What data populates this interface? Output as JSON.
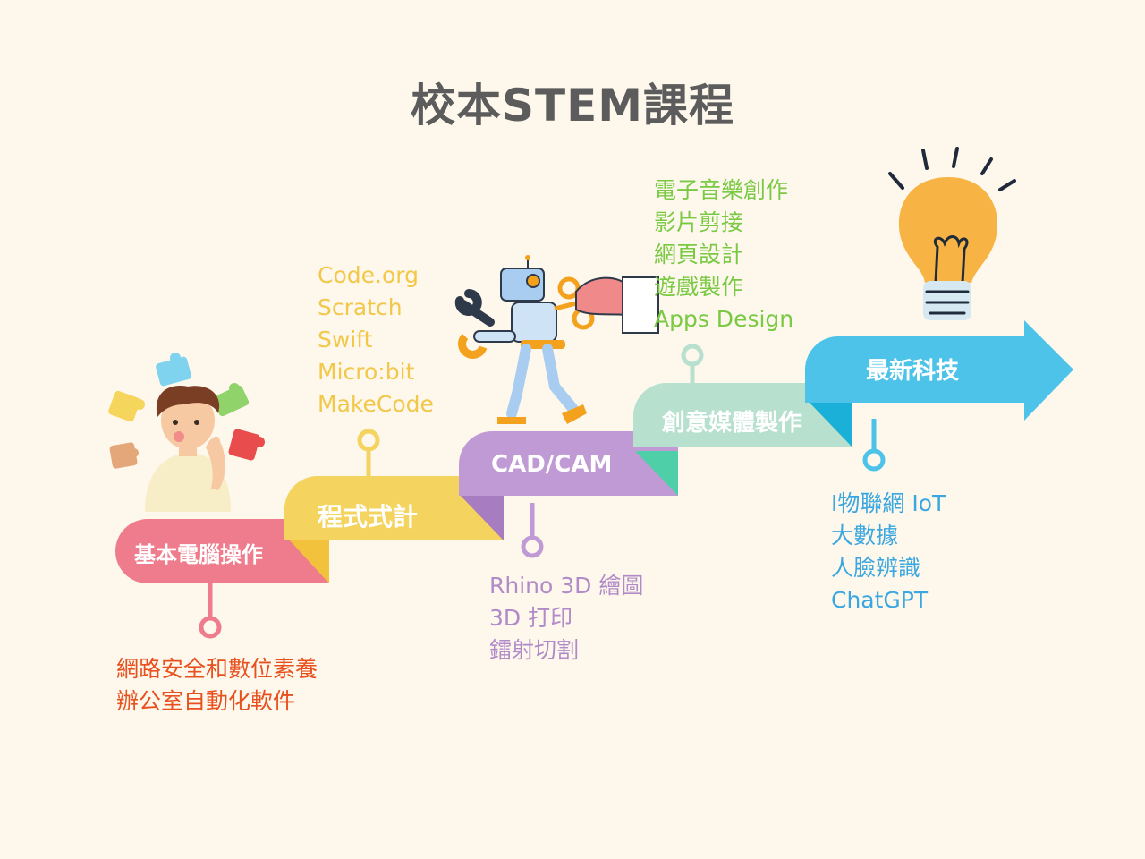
{
  "title": "校本STEM課程",
  "stages": [
    {
      "label": "基本電腦操作",
      "color": "#ee7c8c",
      "items": [
        "網路安全和數位素養",
        "辦公室自動化軟件"
      ],
      "items_color": "#e8501e"
    },
    {
      "label": "程式式計",
      "color": "#f4d35e",
      "items": [
        "Code.org",
        "Scratch",
        "Swift",
        "Micro:bit",
        "MakeCode"
      ],
      "items_color": "#f2c84b"
    },
    {
      "label": "CAD/CAM",
      "color": "#c09ad4",
      "items": [
        "Rhino 3D 繪圖",
        "3D 打印",
        "鐳射切割"
      ],
      "items_color": "#b18bc8"
    },
    {
      "label": "創意媒體製作",
      "color": "#b7e0cf",
      "items": [
        "電子音樂創作",
        "影片剪接",
        "網頁設計",
        "遊戲製作",
        "Apps Design"
      ],
      "items_color": "#7ac943"
    },
    {
      "label": "最新科技",
      "color": "#4ec3ea",
      "items": [
        "I物聯網 IoT",
        "大數據",
        "人臉辨識",
        "ChatGPT"
      ],
      "items_color": "#3aa7e0"
    }
  ],
  "icons": {
    "thinking_person": "thinking-person-icon",
    "robot": "robot-icon",
    "lightbulb": "lightbulb-icon"
  }
}
